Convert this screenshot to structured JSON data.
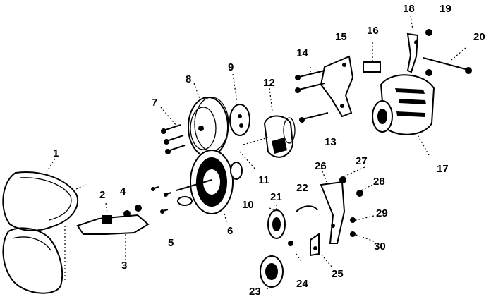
{
  "callouts": [
    {
      "id": "belt",
      "label": "1"
    },
    {
      "id": "bolt-a",
      "label": "2"
    },
    {
      "id": "bracket",
      "label": "3"
    },
    {
      "id": "bolt-b",
      "label": "4"
    },
    {
      "id": "studs",
      "label": "5"
    },
    {
      "id": "hub",
      "label": "6"
    },
    {
      "id": "bolts",
      "label": "7"
    },
    {
      "id": "pulley",
      "label": "8"
    },
    {
      "id": "spacer",
      "label": "9"
    },
    {
      "id": "washer",
      "label": "10"
    },
    {
      "id": "ring",
      "label": "11"
    },
    {
      "id": "pump-body",
      "label": "12"
    },
    {
      "id": "studs-b",
      "label": "13"
    },
    {
      "id": "nuts",
      "label": "14"
    },
    {
      "id": "mount-bracket",
      "label": "15"
    },
    {
      "id": "bushing",
      "label": "16"
    },
    {
      "id": "alternator",
      "label": "17"
    },
    {
      "id": "adjust-arm",
      "label": "18"
    },
    {
      "id": "nut-a",
      "label": "19"
    },
    {
      "id": "bolt-c",
      "label": "20"
    },
    {
      "id": "idler-pulley",
      "label": "21"
    },
    {
      "id": "idler-arm",
      "label": "22"
    },
    {
      "id": "tensioner-pulley",
      "label": "23"
    },
    {
      "id": "tensioner-bolt",
      "label": "24"
    },
    {
      "id": "tensioner-nut",
      "label": "25"
    },
    {
      "id": "tensioner-bracket",
      "label": "26"
    },
    {
      "id": "bolt-d",
      "label": "27"
    },
    {
      "id": "bolt-e",
      "label": "28"
    },
    {
      "id": "nut-b",
      "label": "29"
    },
    {
      "id": "nut-c",
      "label": "30"
    }
  ]
}
